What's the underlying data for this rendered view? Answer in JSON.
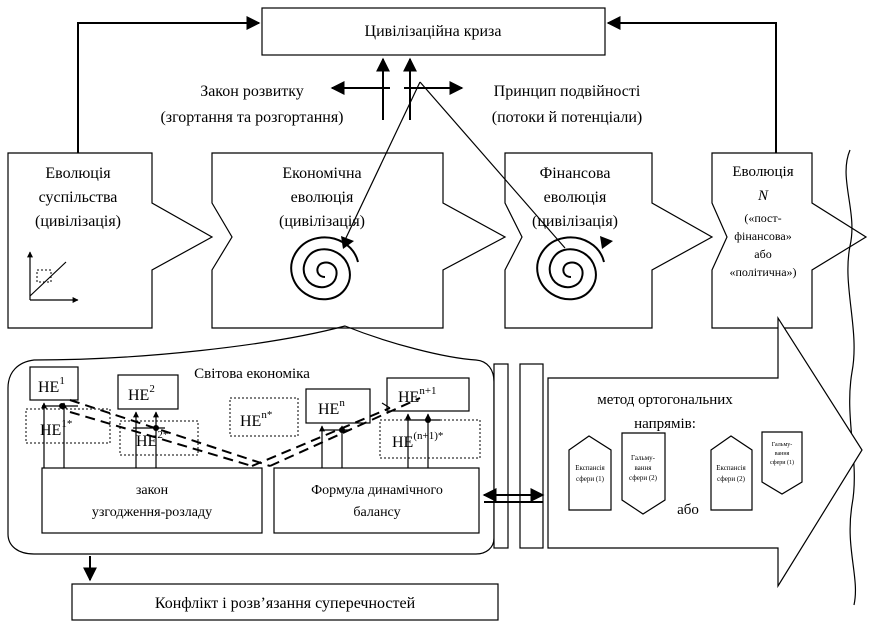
{
  "top": {
    "crisis": "Цивілізаційна криза",
    "law_line1": "Закон розвитку",
    "law_line2": "(згортання та розгортання)",
    "principle_line1": "Принцип подвійності",
    "principle_line2": "(потоки й потенціали)"
  },
  "evolutions": {
    "society": [
      "Еволюція",
      "суспільства",
      "(цивілізація)"
    ],
    "economic": [
      "Економічна",
      "еволюція",
      "(цивілізація)"
    ],
    "financial": [
      "Фінансова",
      "еволюція",
      "(цивілізація)"
    ],
    "n_title": "Еволюція",
    "n_symbol": "N",
    "n_lines": [
      "(«пост-",
      "фінансова»",
      "або",
      "«політична»)"
    ]
  },
  "world_economy": {
    "title": "Світова економіка",
    "he_prefix": "НЕ",
    "he1_sup": "1",
    "he1star_sup": "1*",
    "he2_sup": "2",
    "he2star_sup": "2*",
    "hen_sup": "n",
    "henstar_sup": "n*",
    "hen1_sup": "n+1",
    "hen1star_sup": "(n+1)*",
    "law_line1": "закон",
    "law_line2": "узгодження-розладу",
    "formula_line1": "Формула динамічного",
    "formula_line2": "балансу"
  },
  "method": {
    "title_line1": "метод ортогональних",
    "title_line2": "напрямів:",
    "left_pair": {
      "expansion": [
        "Експансія",
        "сфери (1)"
      ],
      "damping": [
        "Гальму-",
        "вання",
        "сфери (2)"
      ]
    },
    "right_pair": {
      "expansion": [
        "Експансія",
        "сфери (2)"
      ],
      "damping": [
        "Гальму-",
        "вання",
        "сфери (1)"
      ]
    },
    "or": "або"
  },
  "bottom": {
    "conflict": "Конфлікт і розв’язання суперечностей"
  }
}
